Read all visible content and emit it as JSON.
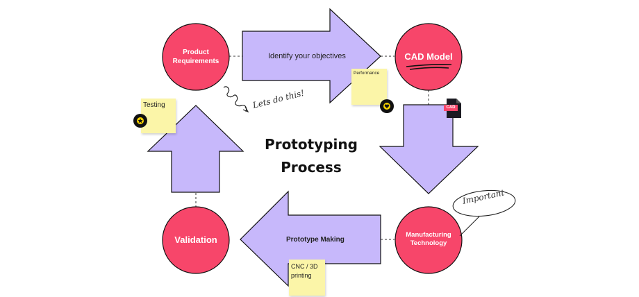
{
  "title_line1": "Prototyping",
  "title_line2": "Process",
  "circles": {
    "product_requirements": "Product Requirements",
    "cad_model": "CAD Model",
    "manufacturing_technology": "Manufacturing Technology",
    "validation": "Validation"
  },
  "arrows": {
    "top": "Identify your objectives",
    "bottom": "Prototype Making"
  },
  "stickies": {
    "performance": "Performance",
    "testing": "Testing",
    "cnc": "CNC / 3D printing"
  },
  "annotations": {
    "lets_do_this": "Lets do this!",
    "important": "Important"
  },
  "file_icon_label": "CAD",
  "colors": {
    "circle": "#f7466a",
    "arrow": "#c7b8fb",
    "sticky": "#fbf5a8"
  }
}
